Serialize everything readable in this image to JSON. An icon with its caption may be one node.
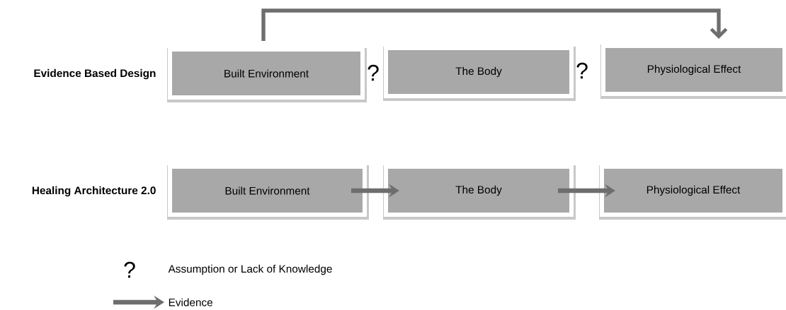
{
  "diagram": {
    "nodes": [
      {
        "text": [
          "Built Environment"
        ]
      },
      {
        "text": [
          "The Body"
        ]
      },
      {
        "text": [
          "Physiological Effect"
        ]
      },
      {
        "text": [
          "Built Environment"
        ]
      },
      {
        "text": [
          "The Body"
        ]
      },
      {
        "text": [
          "Physiological Effect"
        ]
      }
    ],
    "edges": [
      {
        "from": 0,
        "to": 2,
        "arrow": "to"
      },
      {
        "from": 3,
        "to": 4,
        "arrow": "to"
      },
      {
        "from": 4,
        "to": 5,
        "arrow": "to"
      }
    ],
    "labels": [
      "Evidence Based Design",
      "?",
      "?",
      "Healing Architecture 2.0",
      "?"
    ],
    "legend": [
      {
        "text": "Assumption or Lack of Knowledge"
      },
      {
        "text": "Evidence"
      }
    ]
  }
}
